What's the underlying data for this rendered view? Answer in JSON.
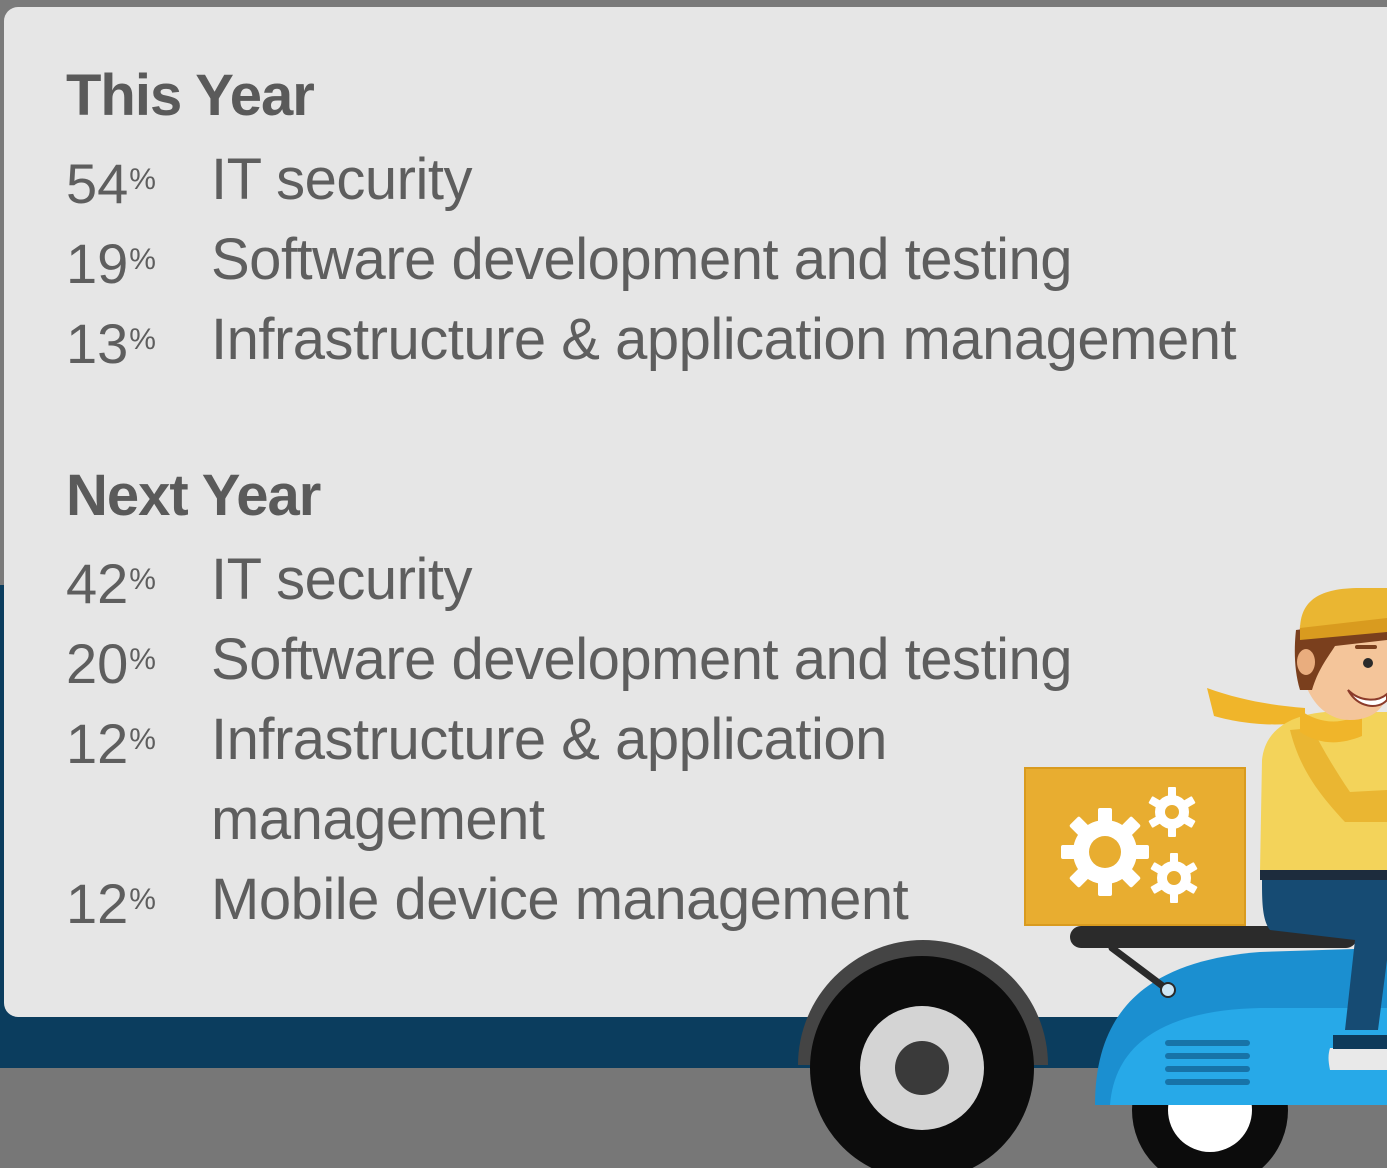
{
  "this_year": {
    "title": "This Year",
    "items": [
      {
        "pct": "54",
        "unit": "%",
        "label": "IT security"
      },
      {
        "pct": "19",
        "unit": "%",
        "label": "Software development and testing"
      },
      {
        "pct": "13",
        "unit": "%",
        "label": "Infrastructure & application management"
      }
    ]
  },
  "next_year": {
    "title": "Next Year",
    "items": [
      {
        "pct": "42",
        "unit": "%",
        "label": "IT security"
      },
      {
        "pct": "20",
        "unit": "%",
        "label": "Software development and testing"
      },
      {
        "pct": "12",
        "unit": "%",
        "label": "Infrastructure & application management"
      },
      {
        "pct": "12",
        "unit": "%",
        "label": "Mobile device management"
      }
    ]
  },
  "illustration": {
    "subject": "delivery-scooter-with-gear-box",
    "icons": [
      "gear-icon"
    ],
    "colors": {
      "navy": "#0b3d5e",
      "panel": "#e6e6e6",
      "box": "#e8ad30",
      "scooter": "#1b9ad6",
      "road": "#777777"
    }
  }
}
